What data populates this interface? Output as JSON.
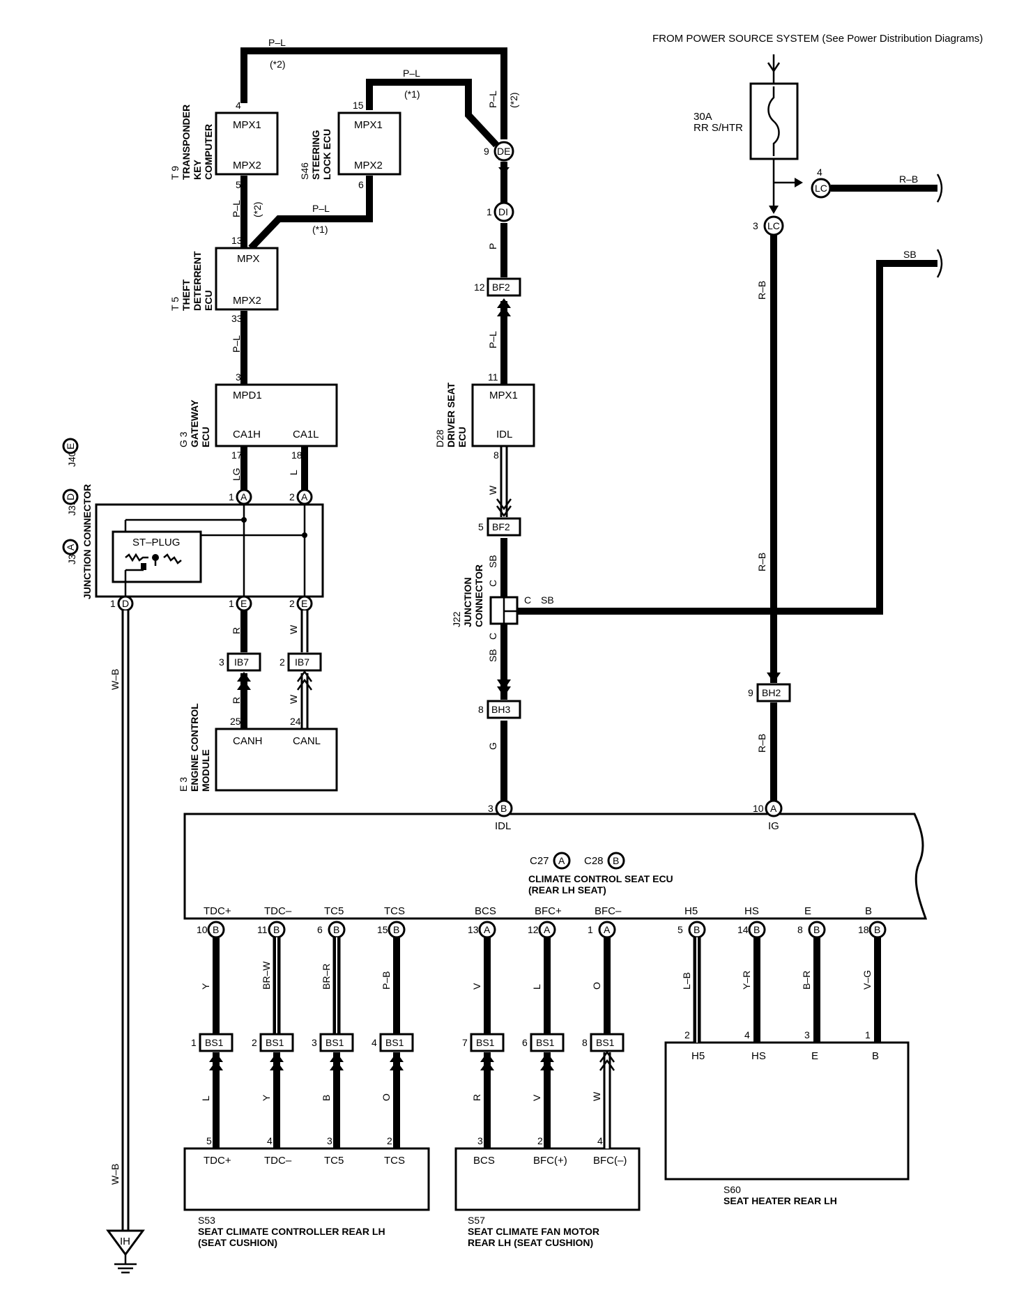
{
  "header": {
    "source": "FROM POWER SOURCE SYSTEM (See Power Distribution Diagrams)"
  },
  "fuse": {
    "rating": "30A",
    "name": "RR S/HTR"
  },
  "notes": {
    "n1": "(*1)",
    "n2": "(*2)"
  },
  "components": {
    "t9": {
      "id": "T 9",
      "name": [
        "TRANSPONDER",
        "KEY",
        "COMPUTER"
      ],
      "pins": [
        "MPX1",
        "MPX2"
      ]
    },
    "s46": {
      "id": "S46",
      "name": [
        "STEERING",
        "LOCK ECU"
      ],
      "pins": [
        "MPX1",
        "MPX2"
      ]
    },
    "t5": {
      "id": "T 5",
      "name": [
        "THEFT",
        "DETERRENT",
        "ECU"
      ],
      "pins": [
        "MPX",
        "MPX2"
      ]
    },
    "g3": {
      "id": "G 3",
      "name": [
        "GATEWAY",
        "ECU"
      ],
      "pins": [
        "MPD1",
        "CA1H",
        "CA1L"
      ]
    },
    "d28": {
      "id": "D28",
      "name": [
        "DRIVER SEAT",
        "ECU"
      ],
      "pins": [
        "MPX1",
        "IDL"
      ]
    },
    "junction": {
      "ids": [
        "J36",
        "J39",
        "J40"
      ],
      "letters": [
        "A",
        "D",
        "E"
      ],
      "name": "JUNCTION CONNECTOR",
      "plug": "ST–PLUG"
    },
    "j22": {
      "id": "J22",
      "name": [
        "JUNCTION",
        "CONNECTOR"
      ]
    },
    "e3": {
      "id": "E 3",
      "name": [
        "ENGINE CONTROL",
        "MODULE"
      ],
      "pins": [
        "CANH",
        "CANL"
      ]
    },
    "ecu": {
      "c27": "C27",
      "c28": "C28",
      "letterA": "A",
      "letterB": "B",
      "name": "CLIMATE CONTROL SEAT ECU",
      "sub": "(REAR LH SEAT)",
      "top_pins": [
        "IDL",
        "IG"
      ],
      "bottom_pins": [
        "TDC+",
        "TDC–",
        "TC5",
        "TCS",
        "BCS",
        "BFC+",
        "BFC–",
        "H5",
        "HS",
        "E",
        "B"
      ]
    },
    "s53": {
      "id": "S53",
      "name": "SEAT CLIMATE CONTROLLER REAR LH",
      "sub": "(SEAT CUSHION)",
      "pins": [
        "TDC+",
        "TDC–",
        "TC5",
        "TCS"
      ]
    },
    "s57": {
      "id": "S57",
      "name": "SEAT CLIMATE FAN MOTOR",
      "sub": "REAR LH (SEAT CUSHION)",
      "pins": [
        "BCS",
        "BFC(+)",
        "BFC(–)"
      ]
    },
    "s60": {
      "id": "S60",
      "name": "SEAT HEATER REAR LH",
      "pins": [
        "H5",
        "HS",
        "E",
        "B"
      ]
    },
    "ground": {
      "label": "IH"
    }
  },
  "connectors": {
    "DE": "DE",
    "DI": "DI",
    "LC": "LC",
    "BF2": "BF2",
    "BH3": "BH3",
    "BH2": "BH2",
    "IB7": "IB7",
    "BS1": "BS1",
    "A": "A",
    "B": "B",
    "C": "C",
    "D": "D",
    "E": "E"
  },
  "wire_colors": {
    "pl": "P–L",
    "p": "P",
    "w": "W",
    "sb": "SB",
    "g": "G",
    "rb": "R–B",
    "lg": "LG",
    "l": "L",
    "r": "R",
    "wb": "W–B",
    "y": "Y",
    "brw": "BR–W",
    "brr": "BR–R",
    "pb": "P–B",
    "v": "V",
    "o": "O",
    "lb": "L–B",
    "yr": "Y–R",
    "br": "B–R",
    "vg": "V–G",
    "b": "B"
  },
  "pin_numbers": {
    "t9_top": "4",
    "t9_bot": "5",
    "s46_top": "15",
    "s46_bot": "6",
    "t5_top": "13",
    "t5_bot": "33",
    "g3_top": "3",
    "g3_h": "17",
    "g3_l": "18",
    "de": "9",
    "di": "1",
    "bf2a": "12",
    "d28_top": "11",
    "d28_bot": "8",
    "bf2b": "5",
    "bh3": "8",
    "lc4": "4",
    "lc3": "3",
    "bh2": "9",
    "ecu_idl": "3",
    "ecu_ig": "10",
    "jA1": "1",
    "jA2": "2",
    "jE1": "1",
    "jE2": "2",
    "jD1": "1",
    "ib7a": "3",
    "ib7b": "2",
    "e3h": "25",
    "e3l": "24",
    "ecu_b": [
      "10",
      "11",
      "6",
      "15",
      "13",
      "12",
      "1",
      "5",
      "14",
      "8",
      "18"
    ],
    "bs1": [
      "1",
      "2",
      "3",
      "4",
      "7",
      "6",
      "8"
    ],
    "s53": [
      "5",
      "4",
      "3",
      "2"
    ],
    "s57": [
      "3",
      "2",
      "4"
    ],
    "s60": [
      "2",
      "4",
      "3",
      "1"
    ]
  }
}
